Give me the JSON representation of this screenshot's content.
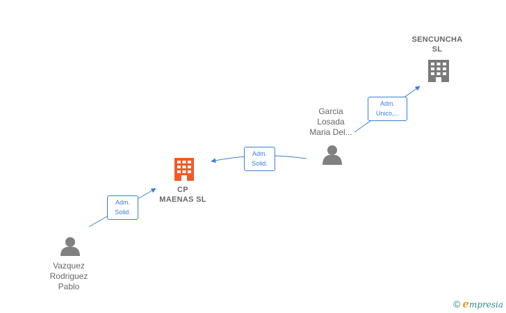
{
  "nodes": {
    "sencuncha": {
      "line1": "SENCUNCHA",
      "line2": "SL",
      "type": "company"
    },
    "cp_maenas": {
      "line1": "CP",
      "line2": "MAENAS  SL",
      "type": "company-focus"
    },
    "garcia": {
      "line1": "Garcia",
      "line2": "Losada",
      "line3": "Maria Del...",
      "type": "person"
    },
    "vazquez": {
      "line1": "Vazquez",
      "line2": "Rodriguez",
      "line3": "Pablo",
      "type": "person"
    }
  },
  "relations": {
    "garcia_to_sencuncha": {
      "line1": "Adm.",
      "line2": "Unico,..."
    },
    "garcia_to_cp": {
      "line1": "Adm.",
      "line2": "Solid."
    },
    "vazquez_to_cp": {
      "line1": "Adm.",
      "line2": "Solid."
    }
  },
  "colors": {
    "company": "#7a7a7a",
    "focus_company": "#f05a28",
    "person": "#808080",
    "edge": "#3a7fd5"
  },
  "footer": {
    "copyright": "©",
    "brand_initial": "e",
    "brand_rest": "mpresia"
  }
}
